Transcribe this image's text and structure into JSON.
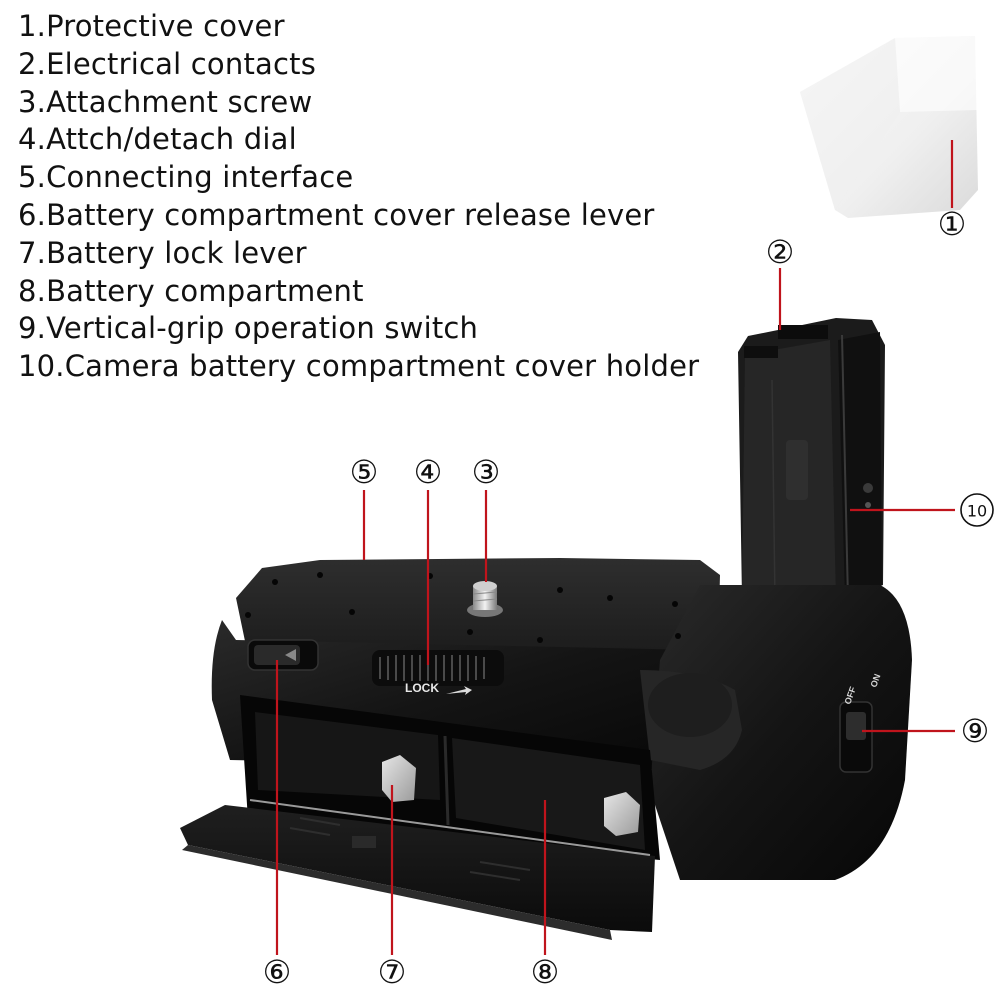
{
  "legend": [
    "1.Protective cover",
    "2.Electrical contacts",
    "3.Attachment screw",
    "4.Attch/detach dial",
    "5.Connecting interface",
    "6.Battery compartment cover release lever",
    "7.Battery lock lever",
    "8.Battery compartment",
    "9.Vertical-grip operation switch",
    "10.Camera battery compartment cover holder"
  ],
  "callouts": {
    "c1": "①",
    "c2": "②",
    "c3": "③",
    "c4": "④",
    "c5": "⑤",
    "c6": "⑥",
    "c7": "⑦",
    "c8": "⑧",
    "c9": "⑨",
    "c10": "10"
  },
  "device_labels": {
    "lock": "LOCK",
    "off": "OFF",
    "on": "ON"
  },
  "colors": {
    "leader_line": "#c0141c",
    "grip_body": "#151515",
    "cover": "#f4f4f4"
  }
}
